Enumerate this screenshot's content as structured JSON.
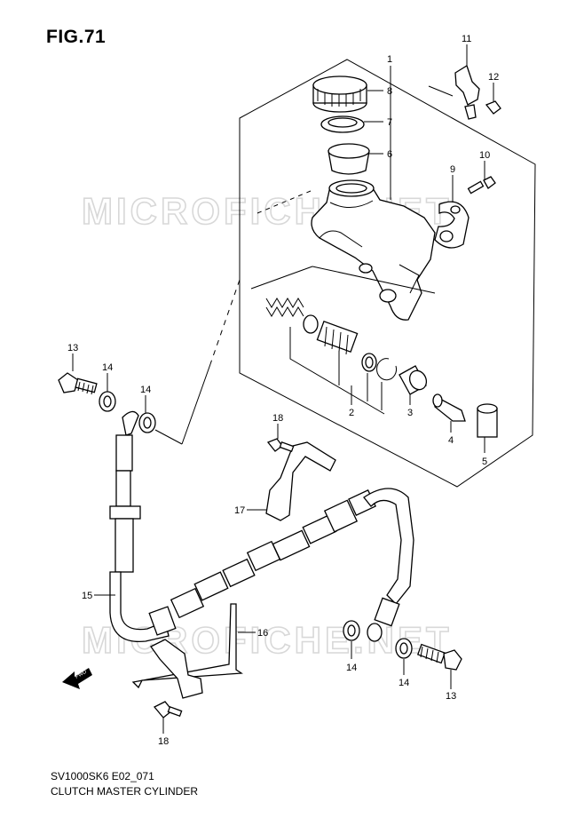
{
  "figure": {
    "title": "FIG.71",
    "code": "SV1000SK6 E02_071",
    "caption": "CLUTCH MASTER CYLINDER",
    "watermark": "MICROFICHE.NET",
    "fwd_label": "FWD"
  },
  "callouts": [
    "1",
    "2",
    "3",
    "4",
    "5",
    "6",
    "7",
    "8",
    "9",
    "10",
    "11",
    "12",
    "13",
    "14",
    "14",
    "13",
    "14",
    "14",
    "15",
    "16",
    "17",
    "18",
    "18"
  ]
}
